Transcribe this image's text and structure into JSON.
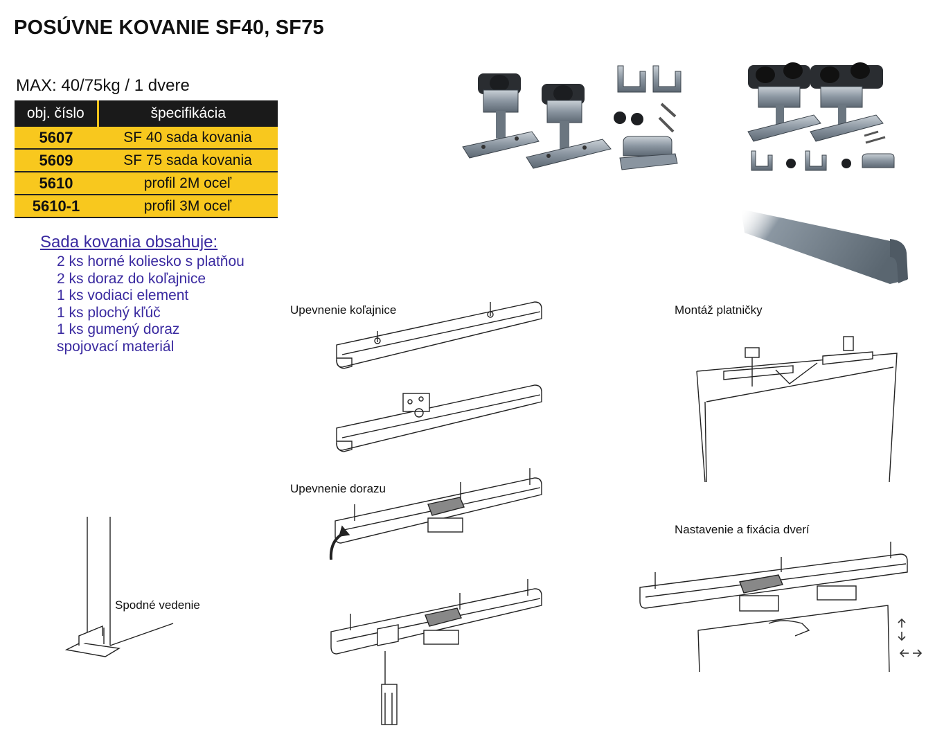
{
  "title": "POSÚVNE KOVANIE SF40, SF75",
  "max_load": "MAX: 40/75kg / 1 dvere",
  "table": {
    "headers": [
      "obj. číslo",
      "špecifikácia"
    ],
    "rows": [
      {
        "code": "5607",
        "spec": "SF 40 sada kovania"
      },
      {
        "code": "5609",
        "spec": "SF 75 sada kovania"
      },
      {
        "code": "5610",
        "spec": "profil 2M oceľ"
      },
      {
        "code": "5610-1",
        "spec": "profil 3M oceľ"
      }
    ]
  },
  "contents": {
    "heading": "Sada kovania obsahuje:",
    "items": [
      "2 ks horné koliesko s platňou",
      "2 ks doraz do koľajnice",
      "1 ks vodiaci element",
      "1 ks plochý kľúč",
      "1 ks gumený doraz",
      "spojovací materiál"
    ]
  },
  "captions": {
    "rail_mount": "Upevnenie koľajnice",
    "plate_mount": "Montáž platničky",
    "stop_mount": "Upevnenie dorazu",
    "door_adjust": "Nastavenie a fixácia dverí",
    "bottom_guide": "Spodné vedenie"
  },
  "colors": {
    "table_header_bg": "#1a1a1a",
    "table_row_bg": "#f8c81e",
    "contents_text": "#3a2aa0"
  }
}
